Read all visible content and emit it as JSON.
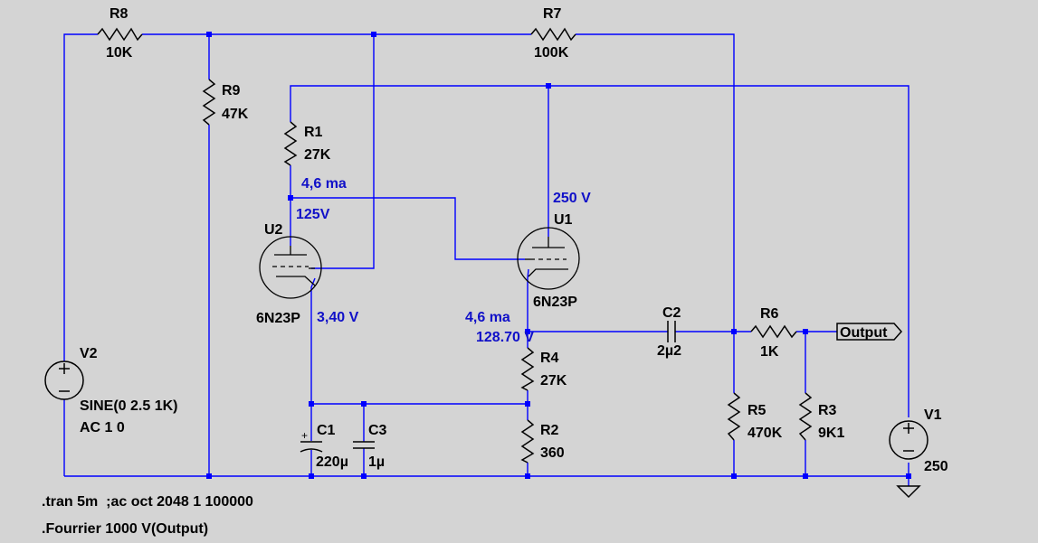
{
  "components": {
    "R8": {
      "name": "R8",
      "value": "10K"
    },
    "R7": {
      "name": "R7",
      "value": "100K"
    },
    "R9": {
      "name": "R9",
      "value": "47K"
    },
    "R1": {
      "name": "R1",
      "value": "27K"
    },
    "R4": {
      "name": "R4",
      "value": "27K"
    },
    "R2": {
      "name": "R2",
      "value": "360"
    },
    "R6": {
      "name": "R6",
      "value": "1K"
    },
    "R5": {
      "name": "R5",
      "value": "470K"
    },
    "R3": {
      "name": "R3",
      "value": "9K1"
    },
    "C1": {
      "name": "C1",
      "value": "220µ",
      "plus": "+"
    },
    "C3": {
      "name": "C3",
      "value": "1µ"
    },
    "C2": {
      "name": "C2",
      "value": "2µ2"
    },
    "U1": {
      "name": "U1",
      "model": "6N23P"
    },
    "U2": {
      "name": "U2",
      "model": "6N23P"
    },
    "V1": {
      "name": "V1",
      "value": "250"
    },
    "V2": {
      "name": "V2",
      "value": "SINE(0 2.5 1K)",
      "ac": "AC 1 0"
    }
  },
  "annotations": {
    "u2_current": "4,6 ma",
    "u2_plate_voltage": "125V",
    "u1_plate_voltage": "250 V",
    "u2_cathode_voltage": "3,40 V",
    "u1_current": "4,6 ma",
    "u1_cathode_voltage": "128.70 V"
  },
  "output_label": "Output",
  "directives": {
    "line1": ".tran 5m  ;ac oct 2048 1 100000",
    "line2": ".Fourrier 1000 V(Output)"
  },
  "colors": {
    "background": "#d4d4d4",
    "wire": "#0000ff",
    "component": "#000000",
    "annotation": "#1010c8"
  }
}
